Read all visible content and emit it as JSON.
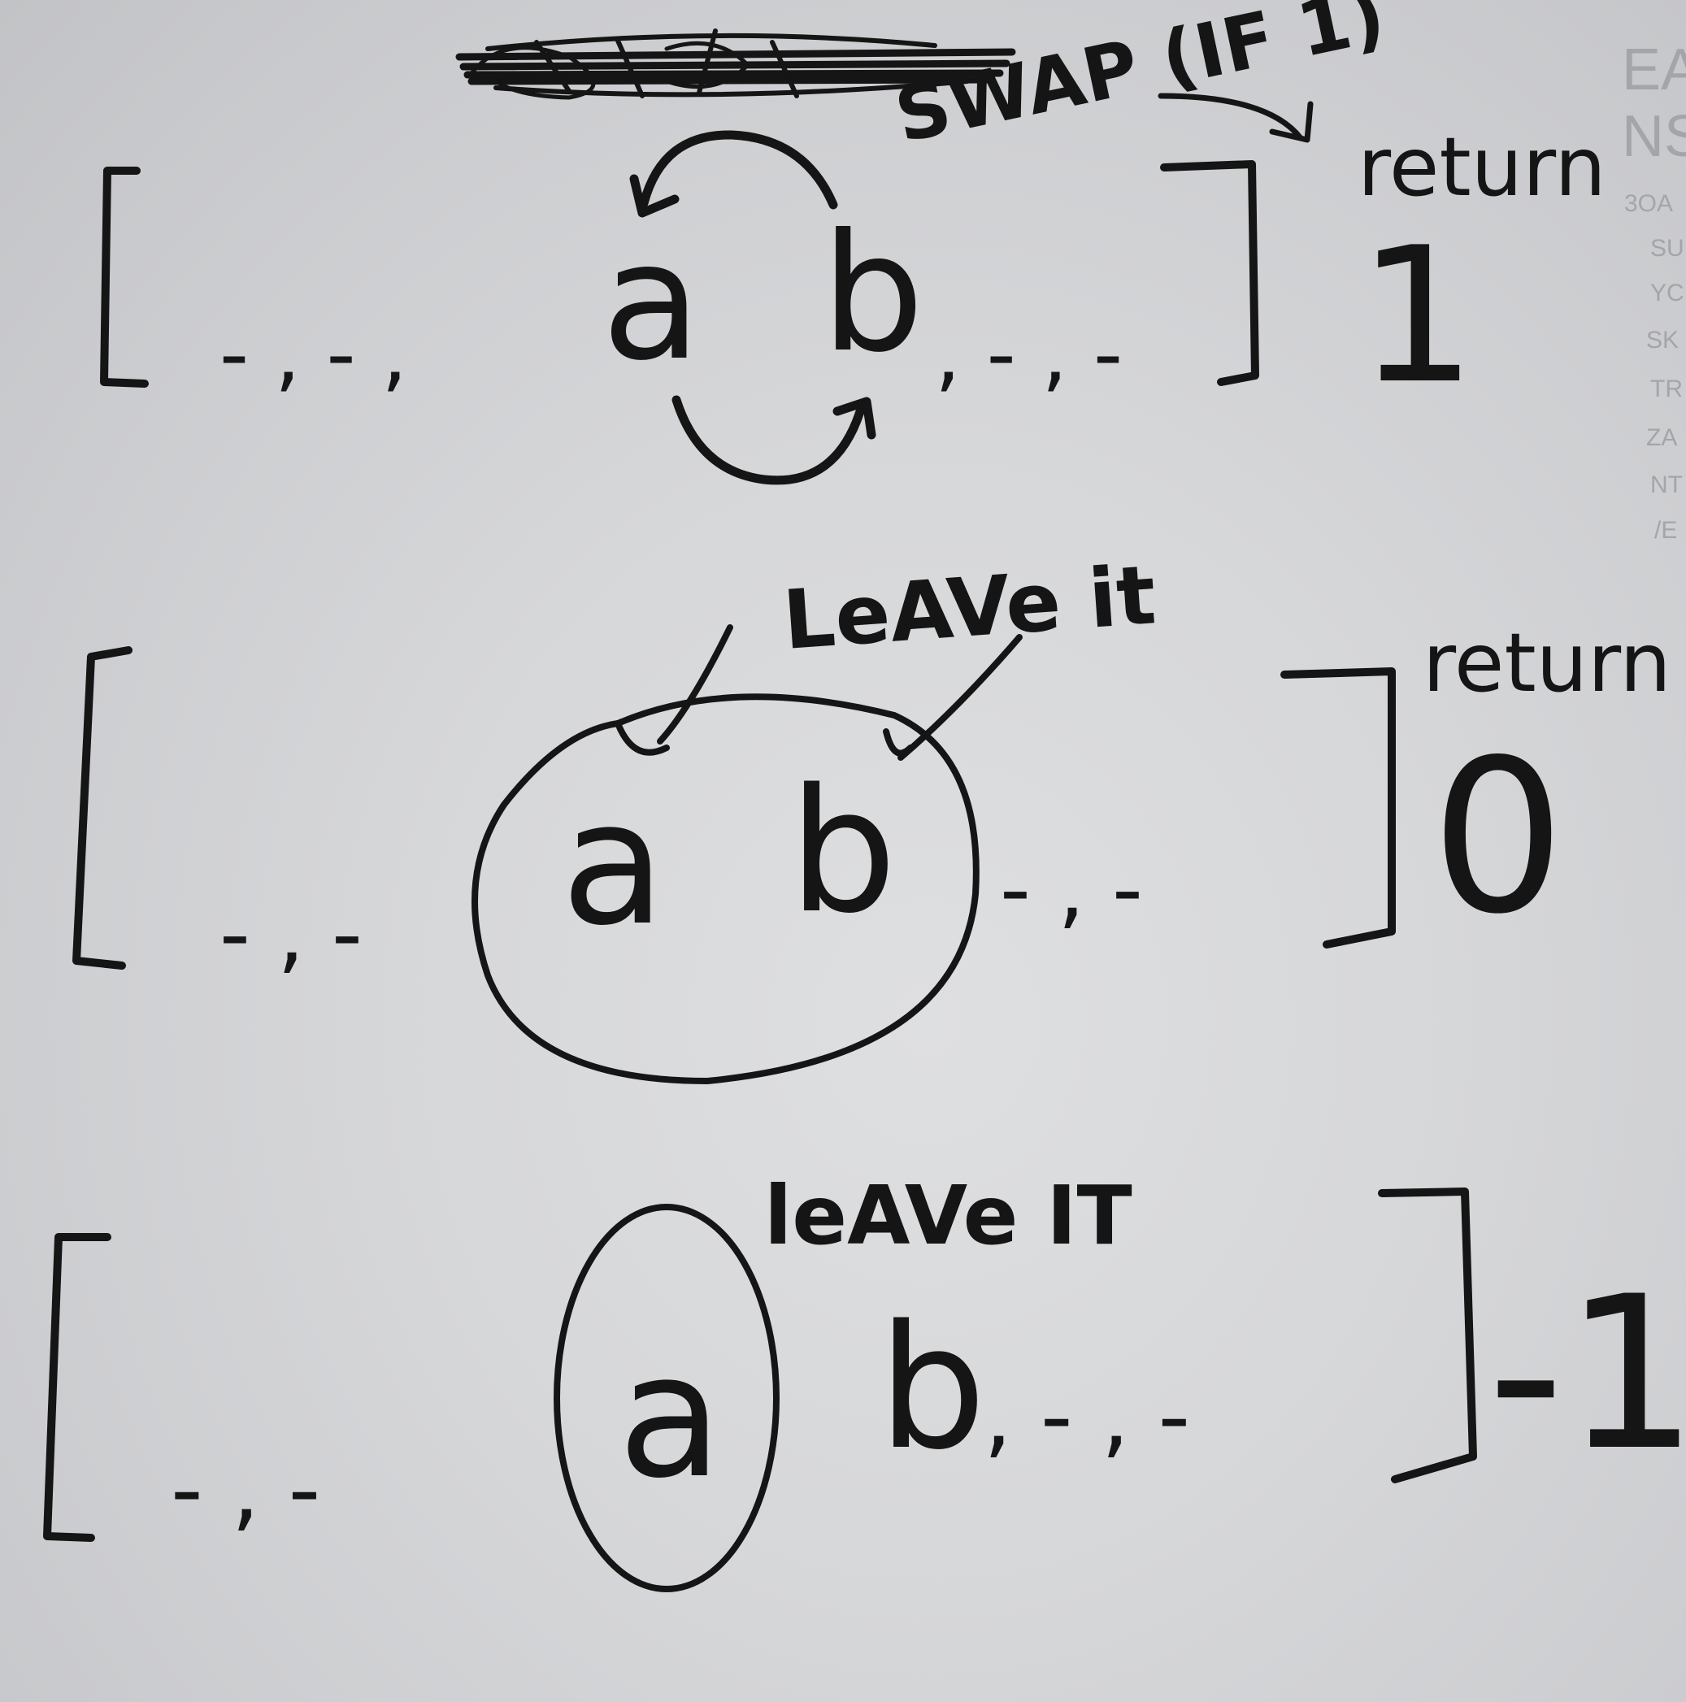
{
  "sheet": {
    "background": "#d6d7d9",
    "ink_color": "#151515",
    "show_through_color": "#a4a5a8"
  },
  "diagram_1": {
    "annotation": "SWAP (IF 1)",
    "array_left": "- , - ,",
    "element_a": "a",
    "element_b": "b",
    "array_right": ", - , -",
    "return_label": "return",
    "return_value": "1"
  },
  "diagram_2": {
    "annotation": "LeAVe it",
    "array_left": "- , -",
    "element_a": "a",
    "element_b": "b",
    "array_right": "- , -",
    "return_label": "return",
    "return_value": "0"
  },
  "diagram_3": {
    "annotation": "leAVe IT",
    "array_left": "- , -",
    "element_a": "a",
    "element_b": "b",
    "array_right": ", - , -",
    "return_value": "-1"
  },
  "show_through": {
    "header_lines": [
      "EA",
      "NS"
    ],
    "list_lines": [
      "3OA",
      "SU",
      "YC",
      "SK",
      "TR",
      "ZA",
      "NT",
      "/E"
    ]
  }
}
